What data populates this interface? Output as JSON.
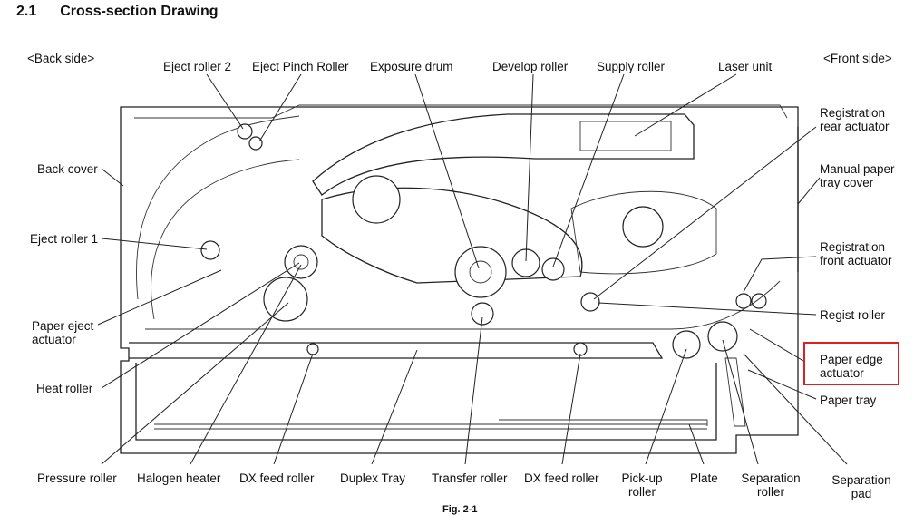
{
  "section": {
    "number": "2.1",
    "title": "Cross-section Drawing"
  },
  "sides": {
    "back": "<Back side>",
    "front": "<Front side>"
  },
  "labels": {
    "eject_roller_2": "Eject roller 2",
    "eject_pinch_roller": "Eject Pinch Roller",
    "exposure_drum": "Exposure drum",
    "develop_roller": "Develop roller",
    "supply_roller": "Supply roller",
    "laser_unit": "Laser unit",
    "registration_rear_actuator_1": "Registration",
    "registration_rear_actuator_2": "rear actuator",
    "back_cover": "Back cover",
    "manual_paper_tray_cover_1": "Manual paper",
    "manual_paper_tray_cover_2": "tray cover",
    "eject_roller_1": "Eject roller 1",
    "registration_front_actuator_1": "Registration",
    "registration_front_actuator_2": "front actuator",
    "paper_eject_actuator_1": "Paper eject",
    "paper_eject_actuator_2": "actuator",
    "regist_roller": "Regist roller",
    "paper_edge_actuator_1": "Paper edge",
    "paper_edge_actuator_2": "actuator",
    "heat_roller": "Heat roller",
    "paper_tray": "Paper tray",
    "pressure_roller": "Pressure roller",
    "halogen_heater": "Halogen heater",
    "dx_feed_roller_left": "DX feed roller",
    "duplex_tray": "Duplex Tray",
    "transfer_roller": "Transfer roller",
    "dx_feed_roller_right": "DX feed roller",
    "pick_up_roller_1": "Pick-up",
    "pick_up_roller_2": "roller",
    "plate": "Plate",
    "separation_roller_1": "Separation",
    "separation_roller_2": "roller",
    "separation_pad_1": "Separation",
    "separation_pad_2": "pad"
  },
  "caption": "Fig. 2-1",
  "highlight_color": "#e02020"
}
